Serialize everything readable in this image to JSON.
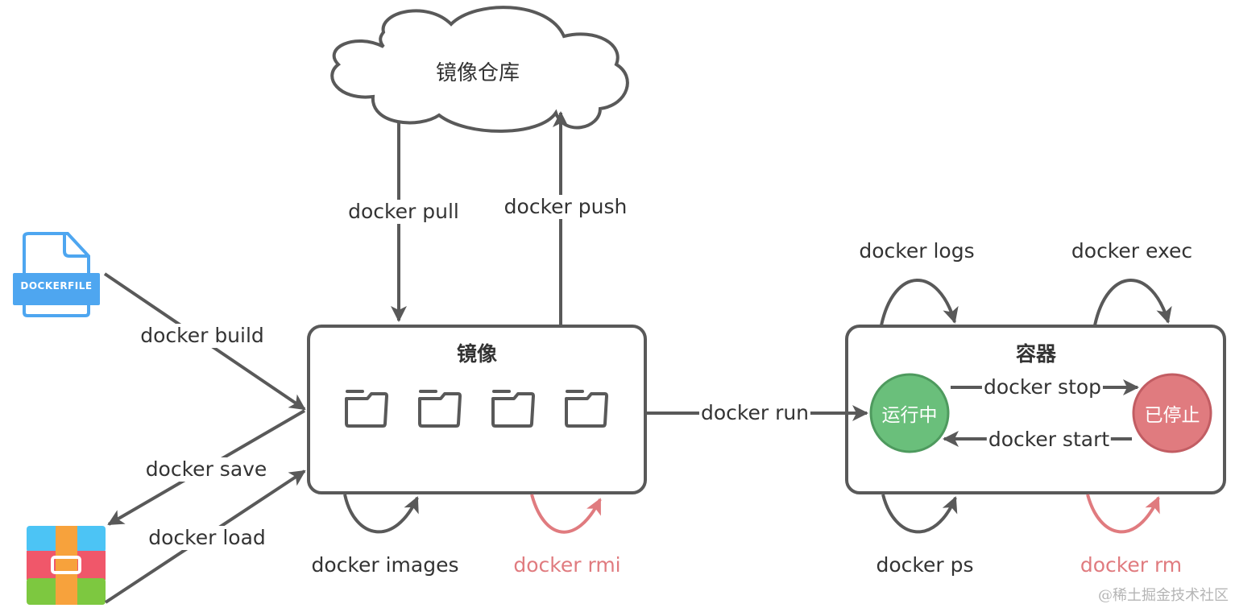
{
  "registry": {
    "title": "镜像仓库"
  },
  "image_box": {
    "title": "镜像",
    "folder_count": 4
  },
  "container_box": {
    "title": "容器"
  },
  "states": {
    "running": {
      "label": "运行中",
      "fill": "#6abf7b",
      "stroke": "#4e9a5e"
    },
    "stopped": {
      "label": "已停止",
      "fill": "#e07b7f",
      "stroke": "#c25d63"
    }
  },
  "sources": {
    "dockerfile": {
      "label": "DOCKERFILE",
      "icon": "dockerfile-icon",
      "color": "#4ea6f0"
    },
    "archive": {
      "icon": "archive-icon",
      "colors": [
        "#4cc4f5",
        "#f0576a",
        "#7dc840",
        "#f7a23c"
      ]
    }
  },
  "commands": {
    "pull": "docker pull",
    "push": "docker push",
    "build": "docker build",
    "save": "docker save",
    "load": "docker load",
    "images": "docker images",
    "rmi": "docker rmi",
    "run": "docker run",
    "logs": "docker logs",
    "exec": "docker exec",
    "stop": "docker stop",
    "start": "docker start",
    "ps": "docker ps",
    "rm": "docker rm"
  },
  "colors": {
    "line": "#595959",
    "danger": "#e07b7f"
  },
  "watermark": "@稀土掘金技术社区"
}
